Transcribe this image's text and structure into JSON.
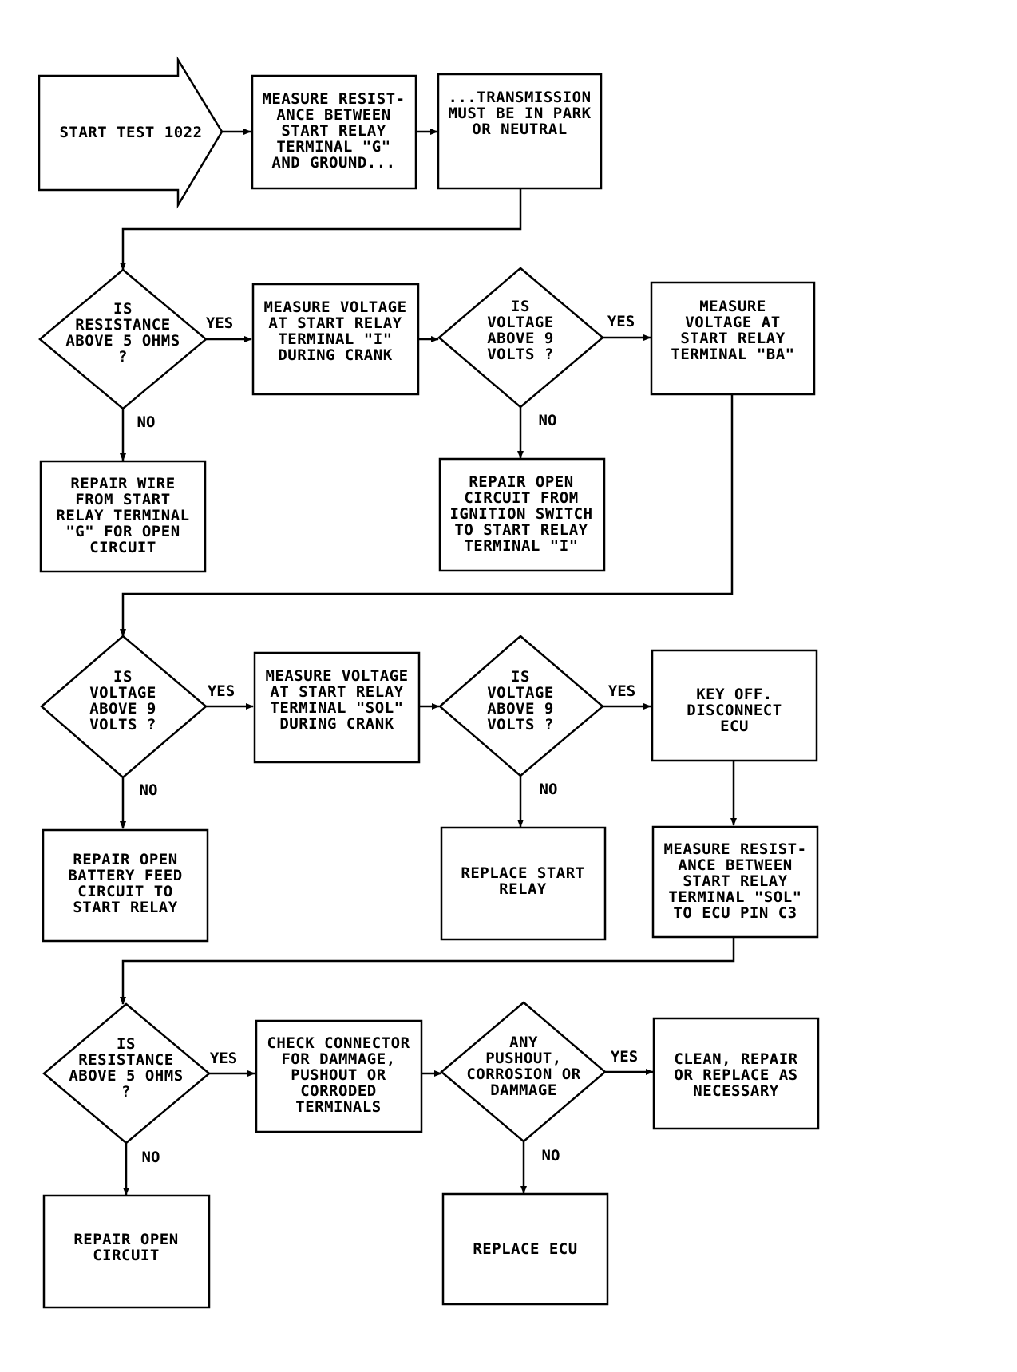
{
  "start": {
    "label": "START TEST 1022"
  },
  "row1": {
    "box1": [
      "MEASURE RESIST-",
      "ANCE BETWEEN",
      "START RELAY",
      "TERMINAL \"G\"",
      "AND GROUND..."
    ],
    "box2": [
      "...TRANSMISSION",
      "MUST BE IN PARK",
      "OR NEUTRAL"
    ]
  },
  "row2": {
    "decision1": [
      "IS",
      "RESISTANCE",
      "ABOVE 5 OHMS",
      "?"
    ],
    "box1": [
      "MEASURE VOLTAGE",
      "AT START RELAY",
      "TERMINAL \"I\"",
      "DURING CRANK"
    ],
    "decision2": [
      "IS",
      "VOLTAGE",
      "ABOVE 9",
      "VOLTS ?"
    ],
    "box2": [
      "MEASURE",
      "VOLTAGE AT",
      "START RELAY",
      "TERMINAL \"BA\""
    ],
    "no_box1": [
      "REPAIR WIRE",
      "FROM START",
      "RELAY TERMINAL",
      "\"G\" FOR OPEN",
      "CIRCUIT"
    ],
    "no_box2": [
      "REPAIR OPEN",
      "CIRCUIT FROM",
      "IGNITION SWITCH",
      "TO START RELAY",
      "TERMINAL \"I\""
    ]
  },
  "row3": {
    "decision1": [
      "IS",
      "VOLTAGE",
      "ABOVE 9",
      "VOLTS ?"
    ],
    "box1": [
      "MEASURE VOLTAGE",
      "AT START RELAY",
      "TERMINAL \"SOL\"",
      "DURING CRANK"
    ],
    "decision2": [
      "IS",
      "VOLTAGE",
      "ABOVE 9",
      "VOLTS ?"
    ],
    "box2": [
      "KEY OFF.",
      "DISCONNECT",
      "ECU"
    ],
    "no_box1": [
      "REPAIR OPEN",
      "BATTERY FEED",
      "CIRCUIT TO",
      "START RELAY"
    ],
    "no_box2": [
      "REPLACE START",
      "RELAY"
    ],
    "box3": [
      "MEASURE RESIST-",
      "ANCE BETWEEN",
      "START RELAY",
      "TERMINAL \"SOL\"",
      "TO ECU PIN C3"
    ]
  },
  "row4": {
    "decision1": [
      "IS",
      "RESISTANCE",
      "ABOVE 5 OHMS",
      "?"
    ],
    "box1": [
      "CHECK CONNECTOR",
      "FOR DAMMAGE,",
      "PUSHOUT OR",
      "CORRODED",
      "TERMINALS"
    ],
    "decision2": [
      "ANY",
      "PUSHOUT,",
      "CORROSION OR",
      "DAMMAGE"
    ],
    "box2": [
      "CLEAN, REPAIR",
      "OR REPLACE AS",
      "NECESSARY"
    ],
    "no_box1": [
      "REPAIR OPEN",
      "CIRCUIT"
    ],
    "no_box2": [
      "REPLACE ECU"
    ]
  },
  "labels": {
    "yes": "YES",
    "no": "NO"
  }
}
